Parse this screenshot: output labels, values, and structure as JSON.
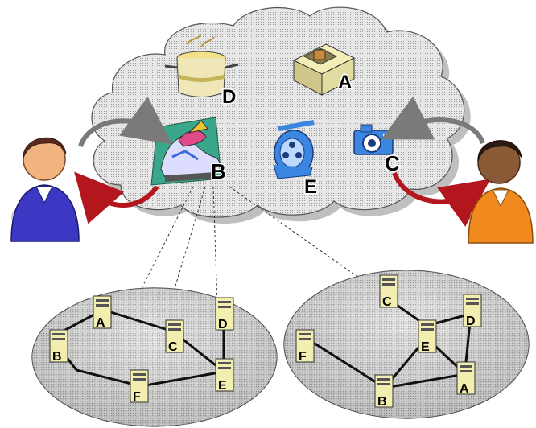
{
  "service_labels": {
    "a": "A",
    "b": "B",
    "c": "C",
    "d": "D",
    "e": "E"
  },
  "left_cluster_server_labels": [
    "A",
    "B",
    "C",
    "D",
    "E",
    "F"
  ],
  "right_cluster_server_labels": [
    "C",
    "D",
    "E",
    "F",
    "A",
    "B"
  ],
  "icons": {
    "service_a": "printer-icon",
    "service_b": "shoe-icon",
    "service_c": "camera-icon",
    "service_d": "cooking-pot-icon",
    "service_e": "film-reel-icon",
    "left_user": "user-avatar-icon",
    "right_user": "user-avatar-icon",
    "server": "server-tower-icon"
  },
  "colors": {
    "cloud": "#dcdcdc",
    "cluster": "#c7c7c7",
    "arrow_red": "#b3161c",
    "arrow_gray": "#7a7a7a",
    "server": "#f2eeb0",
    "left_user_shirt": "#3c38c4",
    "right_user_shirt": "#f08a1e"
  }
}
